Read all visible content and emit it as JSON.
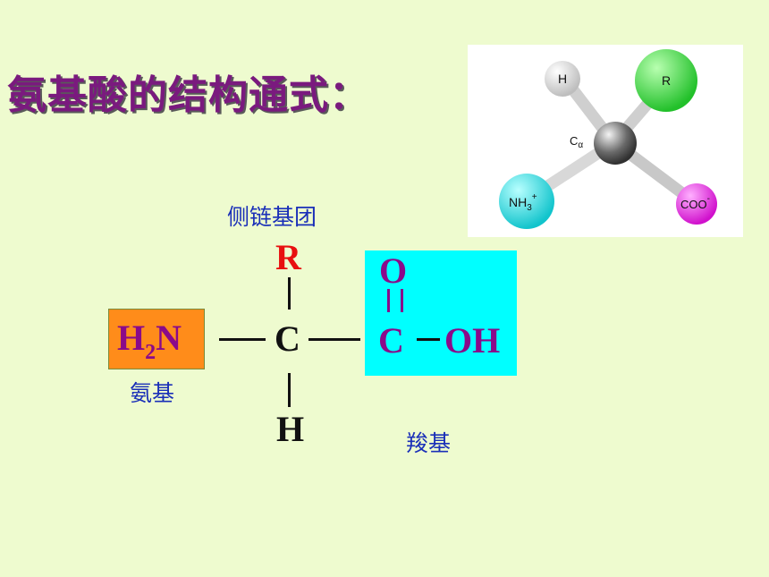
{
  "title": "氨基酸的结构通式：",
  "structure": {
    "side_chain_label": "侧链基团",
    "r_group": "R",
    "central_carbon": "C",
    "hydrogen": "H",
    "amino_h": "H",
    "amino_sub": "2",
    "amino_n": "N",
    "amino_label": "氨基",
    "carboxyl_o": "O",
    "carboxyl_c": "C",
    "carboxyl_oh": "OH",
    "carboxyl_label": "羧基"
  },
  "model_3d": {
    "h_label": "H",
    "r_label": "R",
    "ca_label": "C",
    "ca_sub": "α",
    "nh3_label": "NH",
    "nh3_sub": "3",
    "nh3_sup": "+",
    "coo_label": "COO",
    "coo_sup": "-"
  },
  "colors": {
    "title": "#7A1A7E",
    "label_blue": "#1a2fb8",
    "r_group": "#E81010",
    "amino_box": "#FF8C1A",
    "amino_text": "#8A0A8A",
    "carboxyl_box": "#00FFFF",
    "carboxyl_text": "#8A0A8A",
    "background": "#EEFBCF"
  }
}
